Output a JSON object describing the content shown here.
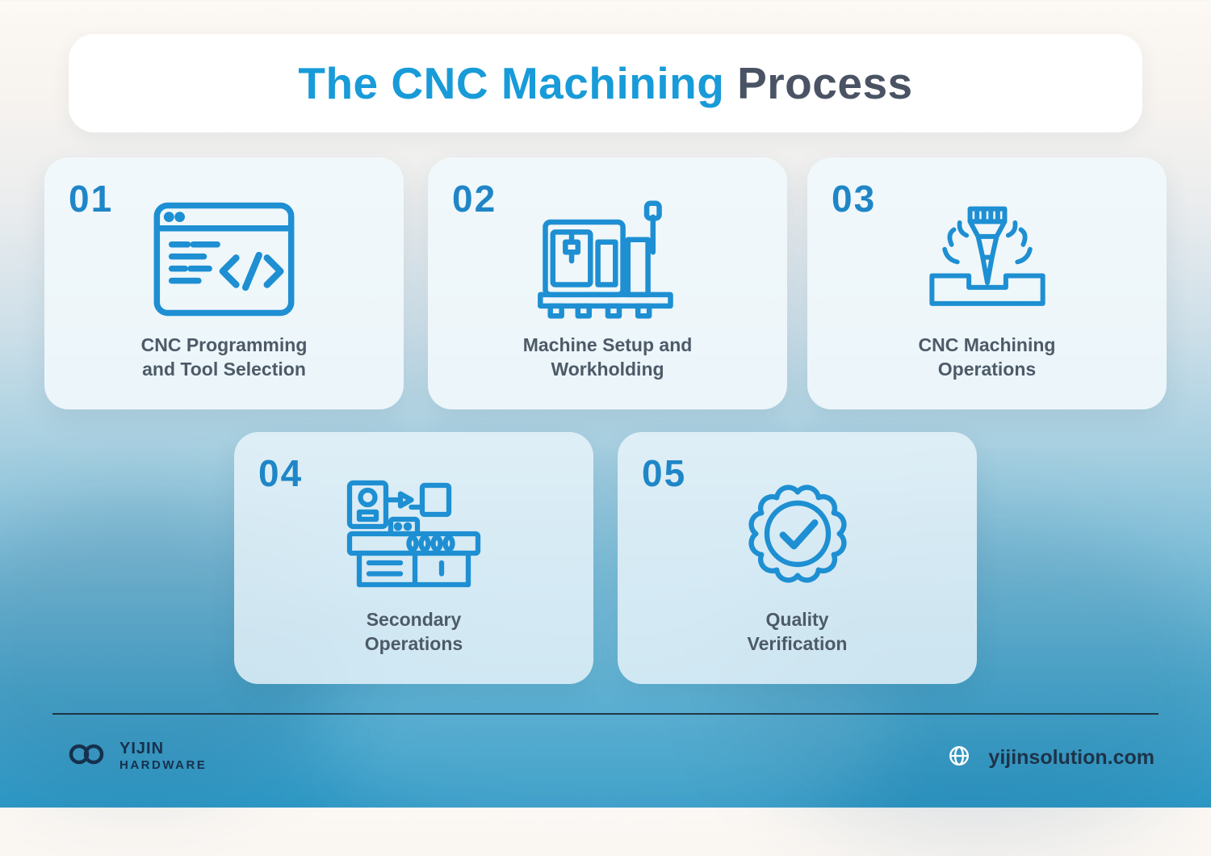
{
  "title": {
    "highlight": "The CNC Machining",
    "rest": " Process"
  },
  "steps": [
    {
      "number": "01",
      "label": "CNC Programming\nand Tool Selection",
      "icon": "code-window-icon"
    },
    {
      "number": "02",
      "label": "Machine Setup and\nWorkholding",
      "icon": "cnc-machine-icon"
    },
    {
      "number": "03",
      "label": "CNC Machining\nOperations",
      "icon": "milling-operation-icon"
    },
    {
      "number": "04",
      "label": "Secondary\nOperations",
      "icon": "lathe-machine-icon"
    },
    {
      "number": "05",
      "label": "Quality\nVerification",
      "icon": "quality-badge-icon"
    }
  ],
  "footer": {
    "brand_line1": "YIJIN",
    "brand_line2": "HARDWARE",
    "website": "yijinsolution.com"
  },
  "colors": {
    "accent": "#1e8fd2",
    "title_blue": "#189bd8",
    "number_blue": "#1f86c7",
    "label_gray": "#4d5a68",
    "navy": "#16304d"
  }
}
